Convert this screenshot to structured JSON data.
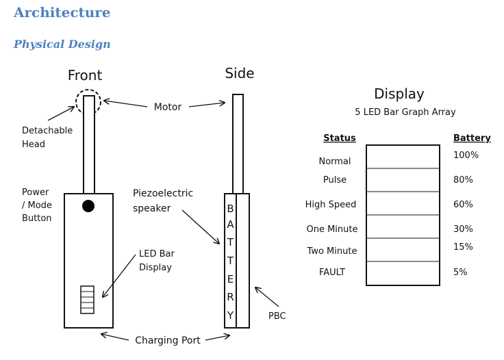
{
  "document": {
    "heading": "Architecture",
    "subheading": "Physical Design"
  },
  "diagram": {
    "front_label": "Front",
    "side_label": "Side",
    "motor_label": "Motor",
    "detachable_head_label": [
      "Detachable",
      "Head"
    ],
    "power_button_label": [
      "Power",
      "/ Mode",
      "Button"
    ],
    "piezo_label": [
      "Piezoelectric",
      "speaker"
    ],
    "led_bar_label": [
      "LED Bar",
      "Display"
    ],
    "charging_port_label": "Charging Port",
    "pbc_label": "PBC",
    "battery_letters": [
      "B",
      "A",
      "T",
      "T",
      "E",
      "R",
      "Y"
    ]
  },
  "display_panel": {
    "title": "Display",
    "subtitle": "5 LED Bar Graph Array",
    "status_header": "Status",
    "battery_header": "Battery",
    "status_items": [
      "Normal",
      "Pulse",
      "High Speed",
      "One Minute",
      "Two Minute",
      "FAULT"
    ],
    "battery_items": [
      "100%",
      "80%",
      "60%",
      "30%",
      "15%",
      "5%"
    ]
  },
  "colors": {
    "heading": "#4f81bd",
    "line": "#111111"
  }
}
